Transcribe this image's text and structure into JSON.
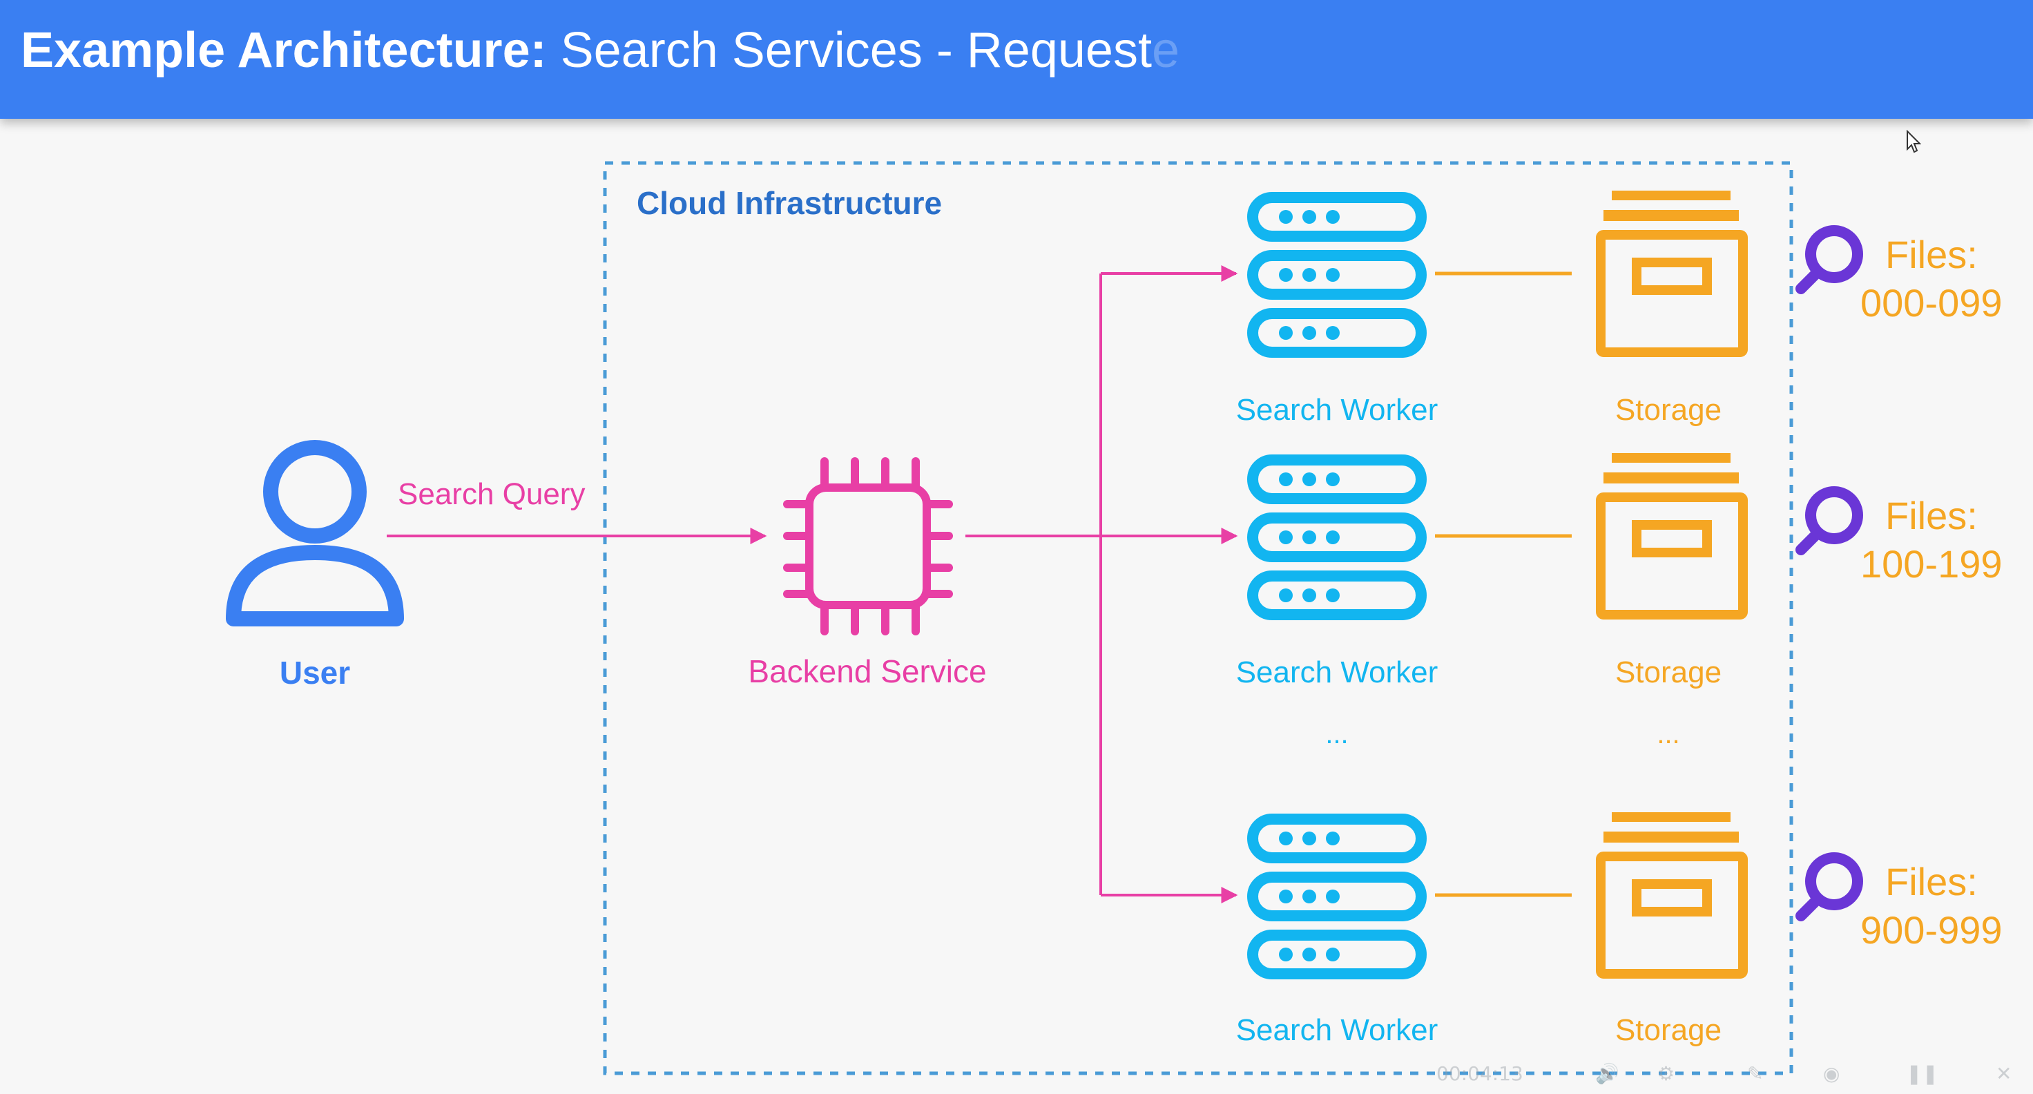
{
  "header": {
    "title_bold": "Example Architecture:",
    "title_rest": "Search Services - Request",
    "title_fade": "e"
  },
  "diagram": {
    "boundary_label": "Cloud Infrastructure",
    "user_label": "User",
    "query_label": "Search Query",
    "backend_label": "Backend Service",
    "worker_label": "Search Worker",
    "storage_label": "Storage",
    "ellipsis": "...",
    "files_label": "Files:",
    "rows": [
      {
        "range": "000-099"
      },
      {
        "range": "100-199"
      },
      {
        "range": "900-999"
      }
    ]
  },
  "player": {
    "time": "00:04:13"
  },
  "colors": {
    "header_bg": "#3a7ff2",
    "user": "#3a7ff2",
    "backend": "#e83fa5",
    "worker": "#12b5f0",
    "storage": "#f5a623",
    "search": "#6a36d6",
    "boundary": "#4a9bd6"
  },
  "icons": [
    "user-icon",
    "chip-icon",
    "server-icon",
    "archive-icon",
    "search-icon",
    "cursor-icon"
  ]
}
